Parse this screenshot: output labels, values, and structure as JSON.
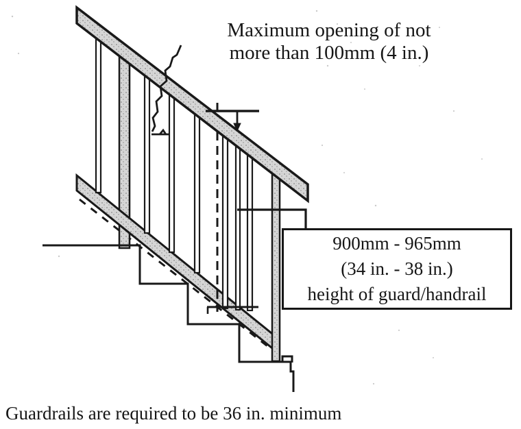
{
  "colors": {
    "ink": "#191919",
    "rail_fill": "#d6d6d6",
    "rail_speckle": "#9a9a9a",
    "background": "#ffffff"
  },
  "annotations": {
    "max_opening": {
      "line1": "Maximum opening of not",
      "line2": "more than 100mm (4 in.)"
    },
    "guard_height_box": {
      "line1": "900mm - 965mm",
      "line2": "(34 in. - 38 in.)",
      "line3": "height of guard/handrail"
    },
    "bottom_note": "Guardrails are required to be 36 in. minimum"
  },
  "diagram": {
    "type": "stair-guardrail-section",
    "parts": [
      "top-handrail",
      "balusters",
      "lower-rail",
      "stair-step-outline",
      "guard-height-dimension-lines",
      "opening-leader-line",
      "callout-box-leader"
    ]
  }
}
